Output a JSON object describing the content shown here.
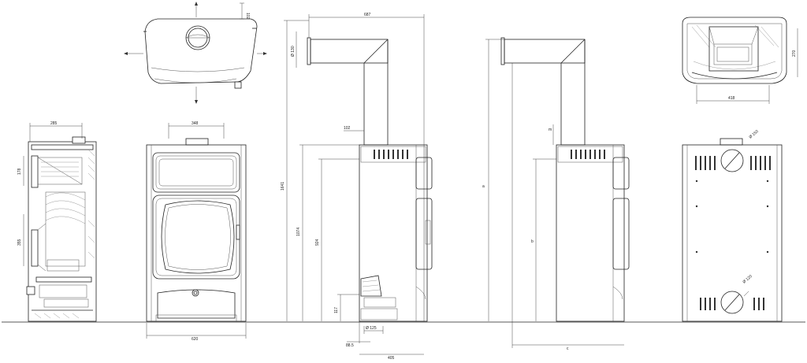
{
  "views": {
    "top": {
      "dim_offset": "102"
    },
    "section": {
      "dim_width": "285",
      "dim_h1": "178",
      "dim_h2": "355"
    },
    "front": {
      "dim_top": "348",
      "dim_width": "620"
    },
    "side_a": {
      "dim_width": "687",
      "dim_diam": "Ø 130",
      "dim_offset": "102",
      "dim_total": "1641",
      "dim_h1": "1074",
      "dim_h2": "924",
      "dim_h3": "117",
      "dim_diam2": "Ø 125",
      "dim_foot": "88.5",
      "dim_depth": "405"
    },
    "side_b": {
      "label_a": "a",
      "label_b": "b",
      "label_m": "m",
      "label_c": "c"
    },
    "plan": {
      "dim_depth": "270",
      "dim_width": "418"
    },
    "back": {
      "dim_top_diam": "Ø 150",
      "dim_bottom_diam": "Ø 120"
    }
  },
  "colors": {
    "line": "#222222",
    "hatch": "#888888"
  }
}
